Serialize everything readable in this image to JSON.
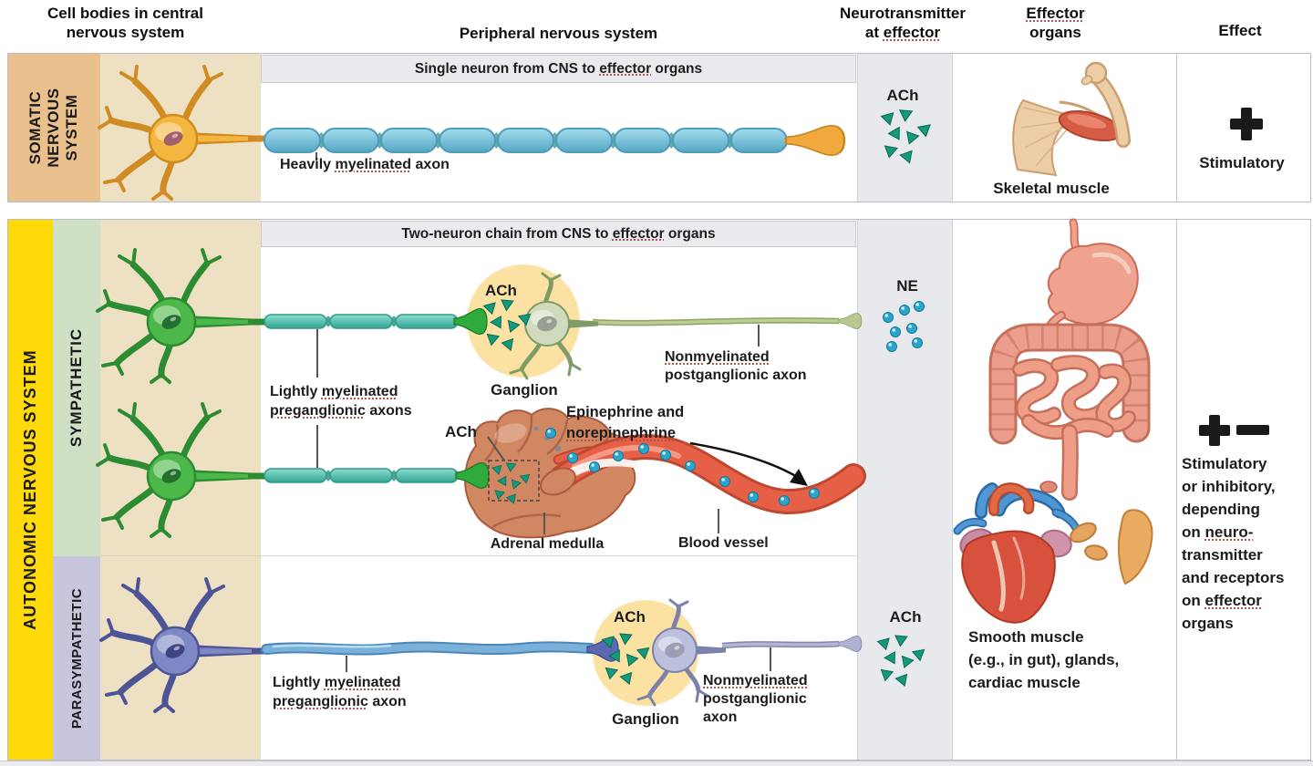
{
  "header": {
    "c1l1": "Cell bodies in central",
    "c1l2": "nervous system",
    "c2": "Peripheral nervous system",
    "c3l1": "Neurotransmitter",
    "c3l2a": "at ",
    "c3l2b": "effector",
    "c4a": "Effector",
    "c4b": "organs",
    "c5": "Effect"
  },
  "somatic": {
    "strip": "SOMATIC\nNERVOUS\nSYSTEM",
    "banner_a": "Single neuron from CNS to ",
    "banner_b": "effector",
    "banner_c": " organs",
    "axon_a": "Heavily ",
    "axon_b": "myelinated",
    "axon_c": " axon",
    "nt": "ACh",
    "organ": "Skeletal muscle",
    "symbol": "+",
    "effect": "Stimulatory"
  },
  "auto": {
    "strip": "AUTONOMIC NERVOUS SYSTEM",
    "symp_strip": "SYMPATHETIC",
    "para_strip": "PARASYMPATHETIC",
    "banner_a": "Two-neuron chain from CNS to ",
    "banner_b": "effector",
    "banner_c": " organs",
    "symp": {
      "ach": "ACh",
      "ganglion": "Ganglion",
      "pre_a": "Lightly ",
      "pre_b": "myelinated",
      "pre_c": "preganglionic",
      "pre_d": " axons",
      "post_a": "Nonmyelinated",
      "post_b": "postganglionic axon",
      "ach2": "ACh",
      "epi_a": "Epinephrine and",
      "epi_b": "norepinephrine",
      "adrenal": "Adrenal medulla",
      "vessel": "Blood vessel",
      "nt": "NE"
    },
    "para": {
      "pre_a": "Lightly ",
      "pre_b": "myelinated",
      "pre_c": "preganglionic",
      "pre_d": " axon",
      "ach": "ACh",
      "ganglion": "Ganglion",
      "post_a": "Nonmyelinated",
      "post_b": "postganglionic",
      "post_c": "axon",
      "nt": "ACh"
    },
    "organ_l1": "Smooth muscle",
    "organ_l2": "(e.g., in gut), glands,",
    "organ_l3": "cardiac muscle",
    "symbol_plus": "+",
    "symbol_minus": "−",
    "eff_l1": "Stimulatory",
    "eff_l2": "or inhibitory,",
    "eff_l3": "depending",
    "eff_l4a": "on ",
    "eff_l4b": "neuro-",
    "eff_l5": "transmitter",
    "eff_l6": "and receptors",
    "eff_l7a": "on ",
    "eff_l7b": "effector",
    "eff_l8": "organs"
  },
  "colors": {
    "autonomic_yellow": "#FFD908",
    "sympathetic_green": "#CFE0C5",
    "parasympathetic_lavender": "#C8C6DD",
    "somatic_tan": "#EAC08D",
    "cns_column_tan": "#EDE0C3",
    "neurotransmitter_column_gray": "#E8E9EC",
    "ach_triangle_teal": "#15997B",
    "ne_dot_blue": "#2BA6CA",
    "ganglion_halo_yellow": "#FCE2A2",
    "blood_vessel_red": "#E66048"
  }
}
